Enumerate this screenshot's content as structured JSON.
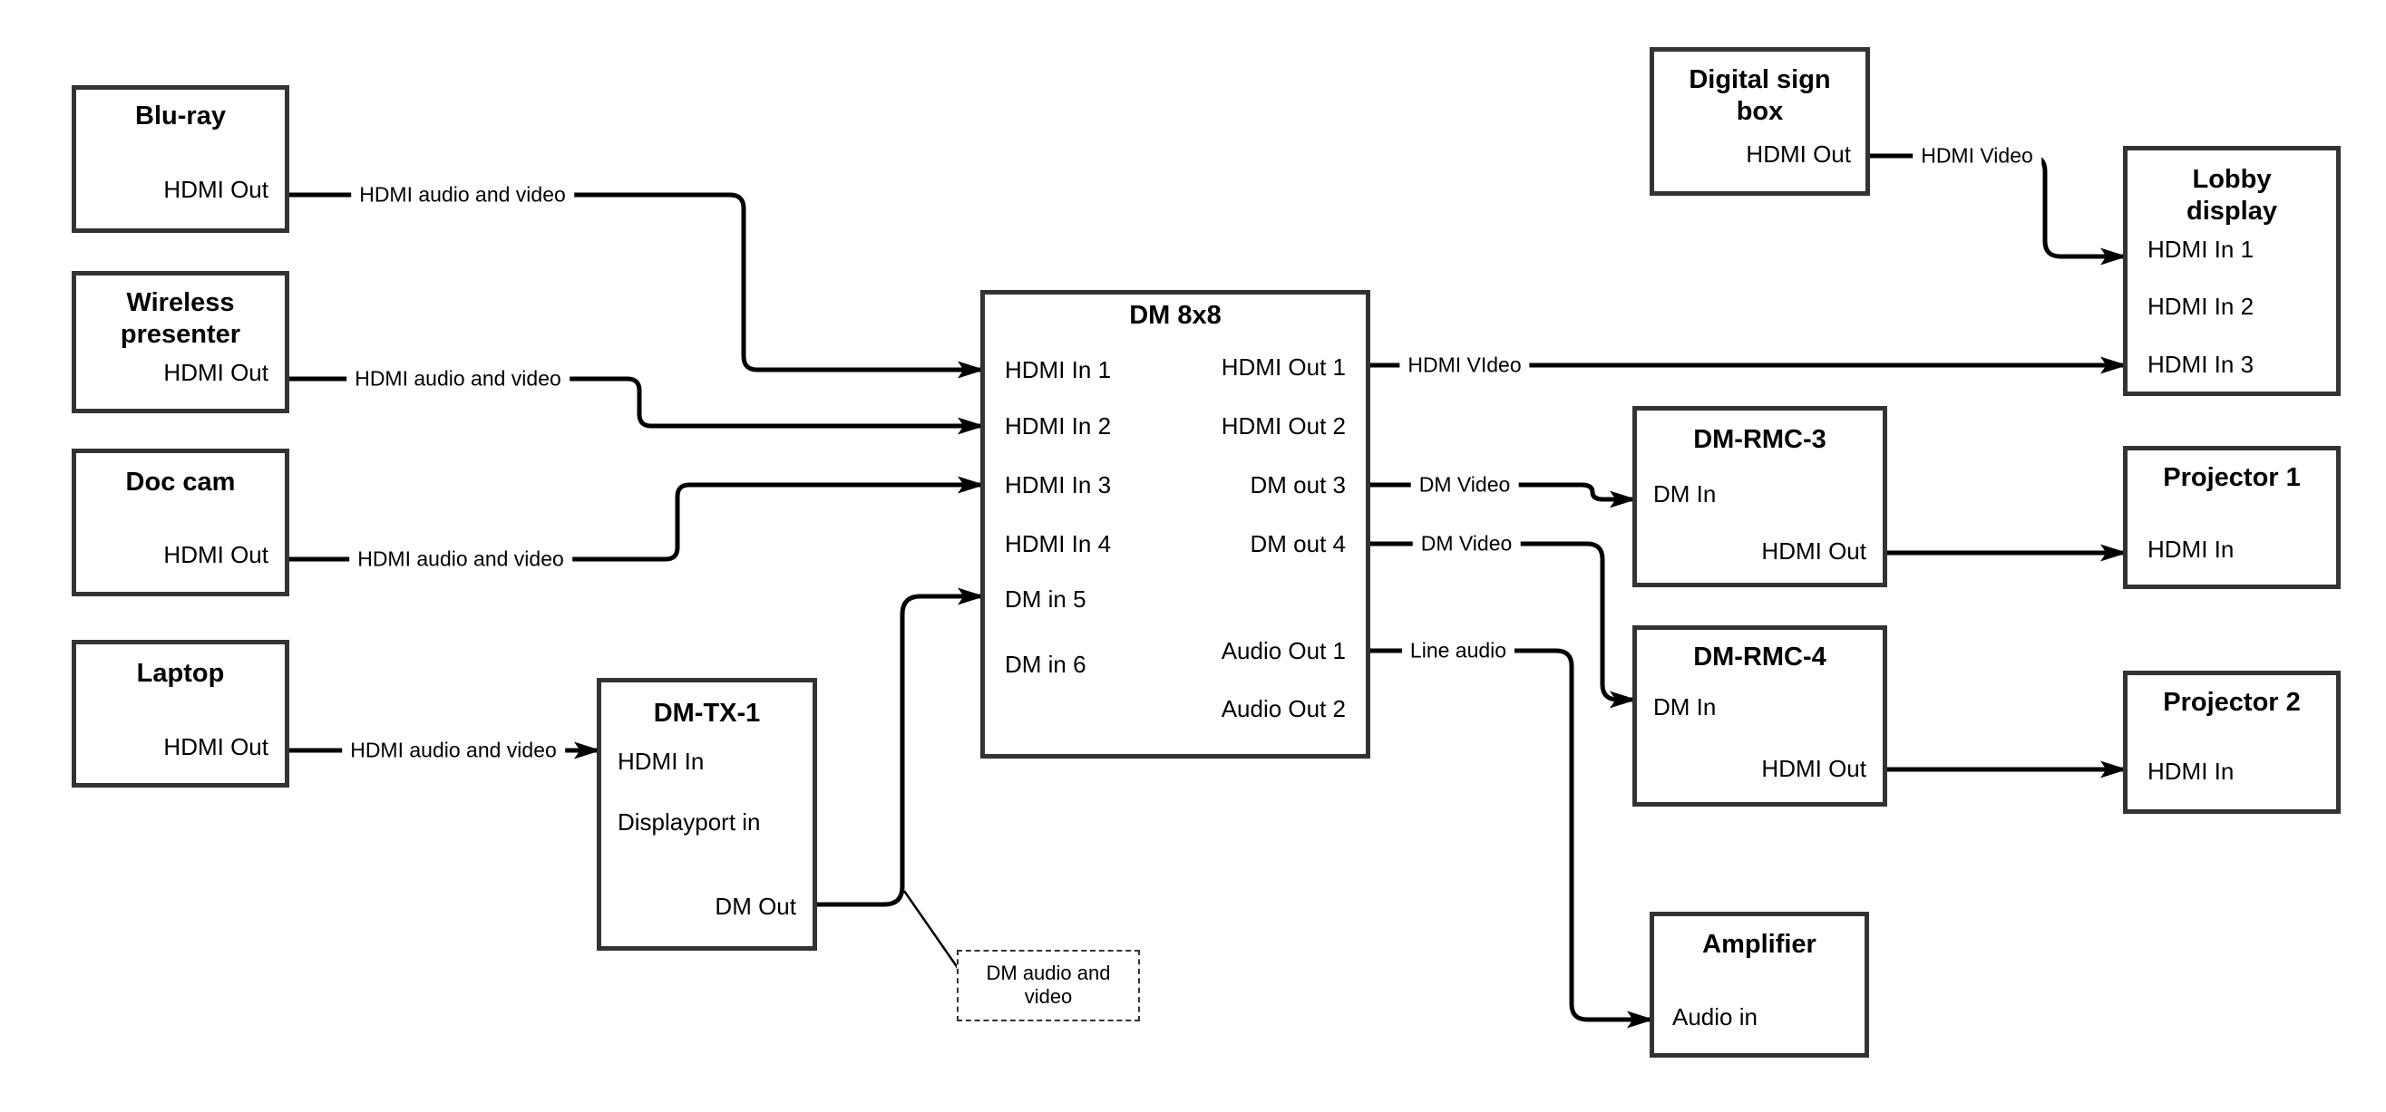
{
  "diagram": {
    "colors": {
      "background": "#ffffff",
      "line": "#000000",
      "box_border": "#333333",
      "text": "#000000"
    },
    "nodes": {
      "bluray": {
        "title": "Blu-ray",
        "ports": {
          "out": "HDMI Out"
        }
      },
      "wireless": {
        "title": "Wireless presenter",
        "ports": {
          "out": "HDMI Out"
        }
      },
      "doccam": {
        "title": "Doc cam",
        "ports": {
          "out": "HDMI Out"
        }
      },
      "laptop": {
        "title": "Laptop",
        "ports": {
          "out": "HDMI Out"
        }
      },
      "dmtx1": {
        "title": "DM-TX-1",
        "ports": {
          "hdmi_in": "HDMI In",
          "dp_in": "Displayport in",
          "dm_out": "DM Out"
        }
      },
      "dm8x8": {
        "title": "DM 8x8",
        "ports": {
          "in1": "HDMI In 1",
          "in2": "HDMI In 2",
          "in3": "HDMI In 3",
          "in4": "HDMI In 4",
          "in5": "DM in 5",
          "in6": "DM in 6",
          "out1": "HDMI Out 1",
          "out2": "HDMI Out 2",
          "out3": "DM out 3",
          "out4": "DM out 4",
          "aout1": "Audio Out 1",
          "aout2": "Audio Out 2"
        }
      },
      "sign": {
        "title": "Digital sign box",
        "ports": {
          "out": "HDMI Out"
        }
      },
      "lobby": {
        "title": "Lobby display",
        "ports": {
          "in1": "HDMI In 1",
          "in2": "HDMI In 2",
          "in3": "HDMI In 3"
        }
      },
      "rmc3": {
        "title": "DM-RMC-3",
        "ports": {
          "dm_in": "DM In",
          "hdmi_out": "HDMI Out"
        }
      },
      "proj1": {
        "title": "Projector 1",
        "ports": {
          "in": "HDMI In"
        }
      },
      "rmc4": {
        "title": "DM-RMC-4",
        "ports": {
          "dm_in": "DM In",
          "hdmi_out": "HDMI Out"
        }
      },
      "proj2": {
        "title": "Projector 2",
        "ports": {
          "in": "HDMI In"
        }
      },
      "amp": {
        "title": "Amplifier",
        "ports": {
          "in": "Audio in"
        }
      },
      "note": {
        "text": "DM audio and video"
      }
    },
    "edge_labels": {
      "bluray_dm8x8": "HDMI audio and video",
      "wireless_dm8x8": "HDMI audio and video",
      "doccam_dm8x8": "HDMI audio and video",
      "laptop_dmtx1": "HDMI audio and video",
      "sign_lobby": "HDMI Video",
      "out1_lobby": "HDMI VIdeo",
      "out3_rmc3": "DM Video",
      "out4_rmc4": "DM Video",
      "aout1_amp": "Line audio"
    },
    "connections": [
      {
        "from": "Blu-ray HDMI Out",
        "to": "DM 8x8 HDMI In 1",
        "label": "HDMI audio and video"
      },
      {
        "from": "Wireless presenter HDMI Out",
        "to": "DM 8x8 HDMI In 2",
        "label": "HDMI audio and video"
      },
      {
        "from": "Doc cam HDMI Out",
        "to": "DM 8x8 HDMI In 3",
        "label": "HDMI audio and video"
      },
      {
        "from": "Laptop HDMI Out",
        "to": "DM-TX-1 HDMI In",
        "label": "HDMI audio and video"
      },
      {
        "from": "DM-TX-1 DM Out",
        "to": "DM 8x8 DM in 5",
        "label": "DM audio and video"
      },
      {
        "from": "DM 8x8 HDMI Out 1",
        "to": "Lobby display HDMI In 3",
        "label": "HDMI VIdeo"
      },
      {
        "from": "DM 8x8 DM out 3",
        "to": "DM-RMC-3 DM In",
        "label": "DM Video"
      },
      {
        "from": "DM 8x8 DM out 4",
        "to": "DM-RMC-4 DM In",
        "label": "DM Video"
      },
      {
        "from": "DM 8x8 Audio Out 1",
        "to": "Amplifier Audio in",
        "label": "Line audio"
      },
      {
        "from": "Digital sign box HDMI Out",
        "to": "Lobby display HDMI In 1",
        "label": "HDMI Video"
      },
      {
        "from": "DM-RMC-3 HDMI Out",
        "to": "Projector 1 HDMI In",
        "label": ""
      },
      {
        "from": "DM-RMC-4 HDMI Out",
        "to": "Projector 2 HDMI In",
        "label": ""
      }
    ]
  }
}
